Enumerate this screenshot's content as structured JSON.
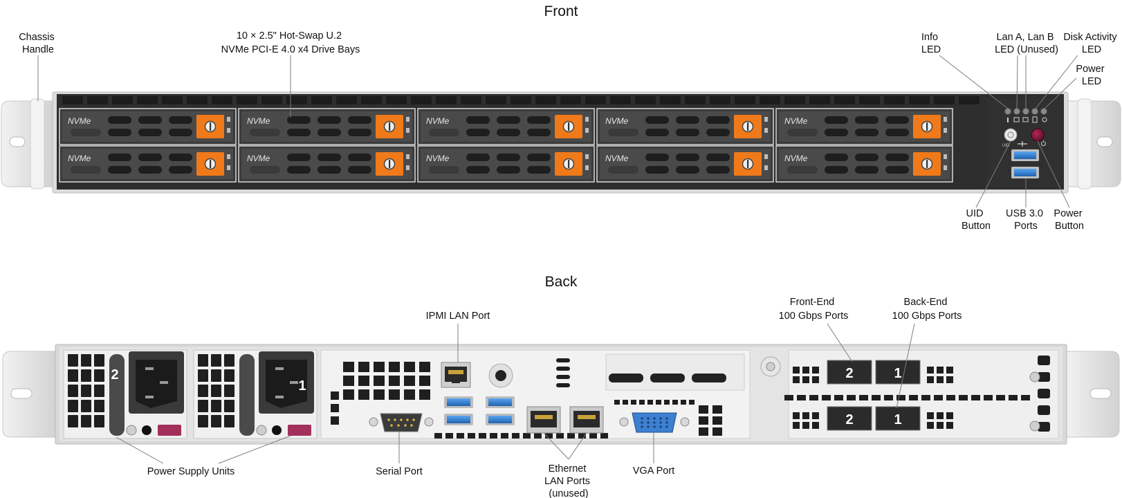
{
  "titles": {
    "front": "Front",
    "back": "Back"
  },
  "front_labels": {
    "chassis_handle": [
      "Chassis",
      "Handle"
    ],
    "drive_bays": [
      "10 × 2.5\" Hot-Swap U.2",
      "NVMe PCI-E 4.0 x4 Drive Bays"
    ],
    "info_led": [
      "Info",
      "LED"
    ],
    "lan_led": [
      "Lan A, Lan B",
      "LED (Unused)"
    ],
    "disk_led": [
      "Disk Activity",
      "LED"
    ],
    "power_led": [
      "Power",
      "LED"
    ],
    "uid_button": [
      "UID",
      "Button"
    ],
    "usb_ports": [
      "USB 3.0",
      "Ports"
    ],
    "power_button": [
      "Power",
      "Button"
    ]
  },
  "back_labels": {
    "ipmi": "IPMI LAN Port",
    "front_end": [
      "Front-End",
      "100 Gbps Ports"
    ],
    "back_end": [
      "Back-End",
      "100 Gbps Ports"
    ],
    "psu": "Power Supply Units",
    "serial": "Serial Port",
    "ethernet": [
      "Ethernet",
      "LAN Ports",
      "(unused)"
    ],
    "vga": "VGA Port"
  },
  "drive_label": "NVMe",
  "drive_count": 10,
  "psu_numbers": [
    "2",
    "1"
  ],
  "port_numbers": [
    "2",
    "1"
  ],
  "panel_marks": {
    "uid": "UID"
  },
  "colors": {
    "chassis": "#e3e3e3",
    "faceplate": "#2e2e2e",
    "drive_latch": "#f07a1a",
    "power_button": "#8a1438",
    "usb_blue": "#2f7fd0",
    "vga_blue": "#3d7fd0"
  }
}
